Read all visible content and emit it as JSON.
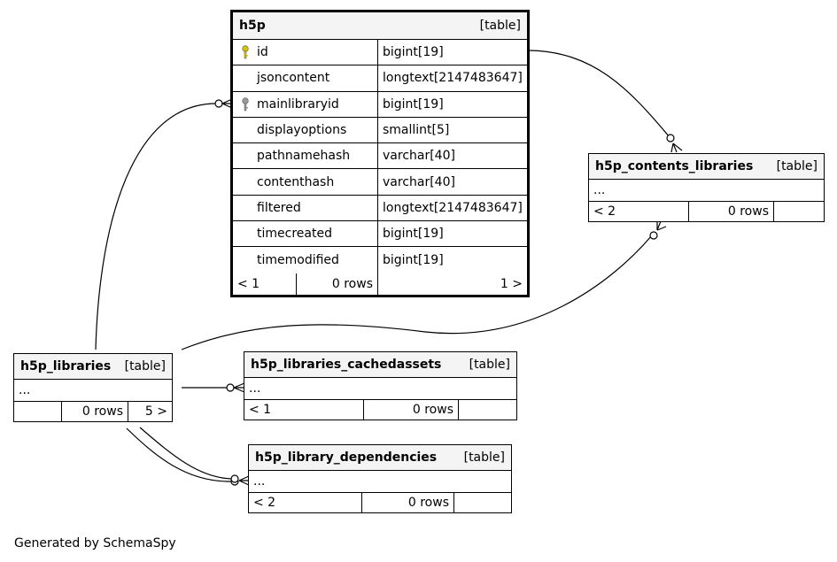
{
  "tables": {
    "h5p": {
      "name": "h5p",
      "tag": "[table]",
      "columns": [
        {
          "name": "id",
          "type": "bigint[19]",
          "key": "primary"
        },
        {
          "name": "jsoncontent",
          "type": "longtext[2147483647]",
          "key": ""
        },
        {
          "name": "mainlibraryid",
          "type": "bigint[19]",
          "key": "foreign"
        },
        {
          "name": "displayoptions",
          "type": "smallint[5]",
          "key": ""
        },
        {
          "name": "pathnamehash",
          "type": "varchar[40]",
          "key": ""
        },
        {
          "name": "contenthash",
          "type": "varchar[40]",
          "key": ""
        },
        {
          "name": "filtered",
          "type": "longtext[2147483647]",
          "key": ""
        },
        {
          "name": "timecreated",
          "type": "bigint[19]",
          "key": ""
        },
        {
          "name": "timemodified",
          "type": "bigint[19]",
          "key": ""
        }
      ],
      "footer": {
        "parents": "< 1",
        "rows": "0 rows",
        "children": "1 >"
      }
    },
    "h5p_contents_libraries": {
      "name": "h5p_contents_libraries",
      "tag": "[table]",
      "ellipsis": "...",
      "footer": {
        "parents": "< 2",
        "rows": "0 rows",
        "children": ""
      }
    },
    "h5p_libraries": {
      "name": "h5p_libraries",
      "tag": "[table]",
      "ellipsis": "...",
      "footer": {
        "parents": "",
        "rows": "0 rows",
        "children": "5 >"
      }
    },
    "h5p_libraries_cachedassets": {
      "name": "h5p_libraries_cachedassets",
      "tag": "[table]",
      "ellipsis": "...",
      "footer": {
        "parents": "< 1",
        "rows": "0 rows",
        "children": ""
      }
    },
    "h5p_library_dependencies": {
      "name": "h5p_library_dependencies",
      "tag": "[table]",
      "ellipsis": "...",
      "footer": {
        "parents": "< 2",
        "rows": "0 rows",
        "children": ""
      }
    }
  },
  "generated_by": "Generated by SchemaSpy",
  "colors": {
    "primary_key": "#d4c400",
    "foreign_key": "#9a9a9a",
    "header_bg": "#f4f4f4"
  }
}
